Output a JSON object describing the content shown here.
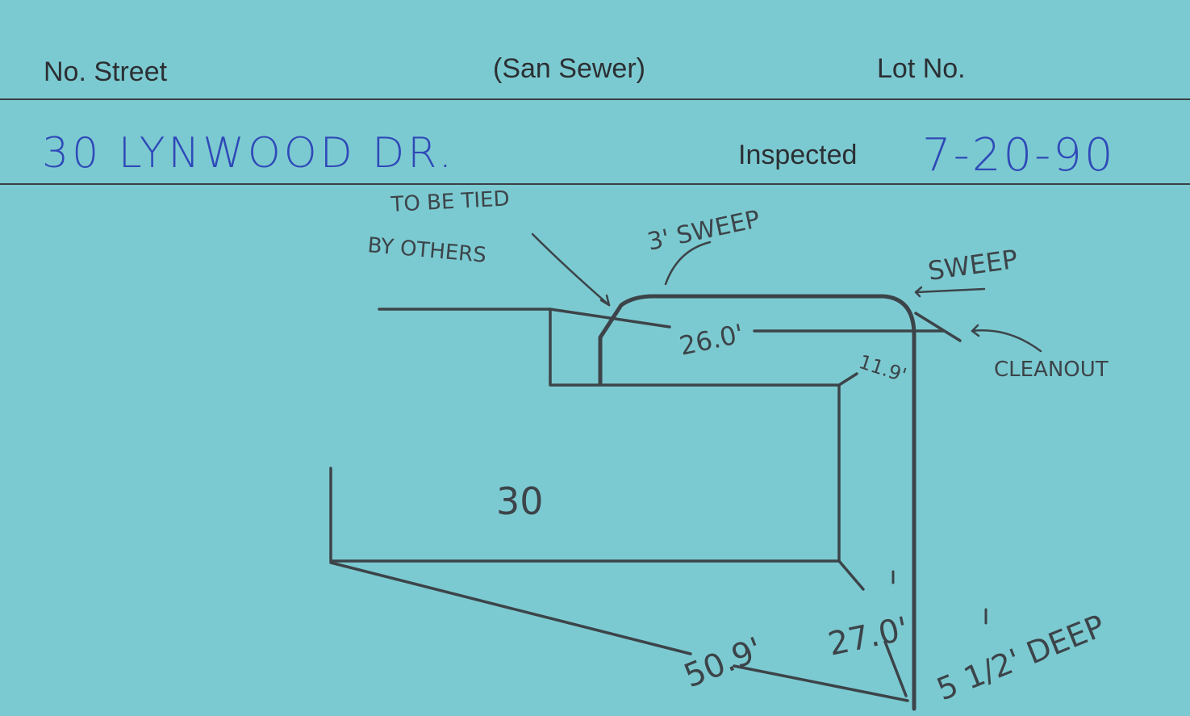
{
  "header": {
    "street_label": "No. Street",
    "type_label": "(San Sewer)",
    "lot_label": "Lot No.",
    "inspected_label": "Inspected"
  },
  "entry": {
    "address": "30 LYNWOOD DR.",
    "inspected_date": "7-20-90"
  },
  "sketch": {
    "note_tied_line1": "TO BE TIED",
    "note_tied_line2": "BY OTHERS",
    "note_sweep_top": "3' SWEEP",
    "note_sweep_right": "SWEEP",
    "note_cleanout": "CLEANOUT",
    "dim_top": "26.0'",
    "dim_corner": "11.9'",
    "house_number": "30",
    "dim_diagonal": "50.9'",
    "dim_vertical": "27.0'",
    "depth_note": "5 1/2' DEEP"
  }
}
